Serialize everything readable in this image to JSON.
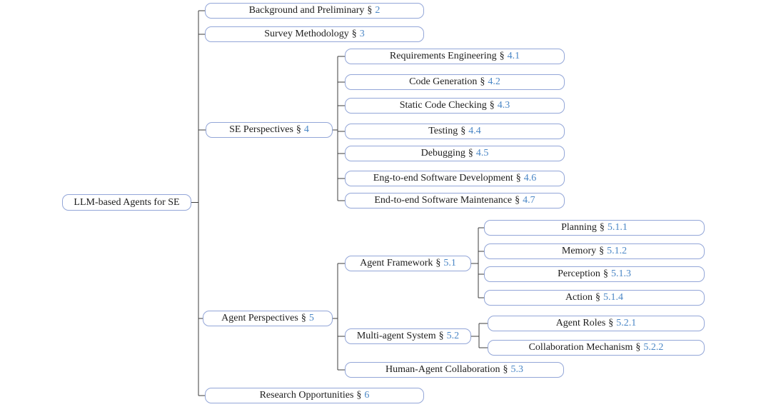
{
  "section_symbol": "§",
  "colors": {
    "box_border": "#93a6d8",
    "label_text": "#1c1c1c",
    "section_number": "#4b87c6",
    "connector": "#3c3c3c",
    "background": "#ffffff"
  },
  "root": {
    "label": "LLM-based Agents for SE"
  },
  "nodes": [
    {
      "label": "Background and Preliminary",
      "section": "2"
    },
    {
      "label": "Survey Methodology",
      "section": "3"
    },
    {
      "label": "SE Perspectives",
      "section": "4"
    },
    {
      "label": "Requirements Engineering",
      "section": "4.1"
    },
    {
      "label": "Code Generation",
      "section": "4.2"
    },
    {
      "label": "Static Code Checking",
      "section": "4.3"
    },
    {
      "label": "Testing",
      "section": "4.4"
    },
    {
      "label": "Debugging",
      "section": "4.5"
    },
    {
      "label": "Eng-to-end Software Development",
      "section": "4.6"
    },
    {
      "label": "End-to-end Software Maintenance",
      "section": "4.7"
    },
    {
      "label": "Agent Perspectives",
      "section": "5"
    },
    {
      "label": "Agent Framework",
      "section": "5.1"
    },
    {
      "label": "Planning",
      "section": "5.1.1"
    },
    {
      "label": "Memory",
      "section": "5.1.2"
    },
    {
      "label": "Perception",
      "section": "5.1.3"
    },
    {
      "label": "Action",
      "section": "5.1.4"
    },
    {
      "label": "Multi-agent System",
      "section": "5.2"
    },
    {
      "label": "Agent Roles",
      "section": "5.2.1"
    },
    {
      "label": "Collaboration Mechanism",
      "section": "5.2.2"
    },
    {
      "label": "Human-Agent Collaboration",
      "section": "5.3"
    },
    {
      "label": "Research Opportunities",
      "section": "6"
    }
  ]
}
